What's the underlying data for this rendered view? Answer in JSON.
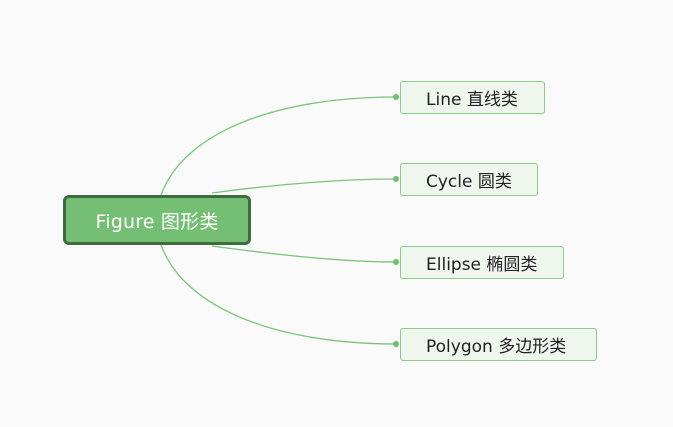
{
  "mindmap": {
    "root": {
      "label": "Figure 图形类"
    },
    "children": [
      {
        "label": "Line 直线类"
      },
      {
        "label": "Cycle 圆类"
      },
      {
        "label": "Ellipse 椭圆类"
      },
      {
        "label": "Polygon 多边形类"
      }
    ],
    "colors": {
      "background": "#fafafa",
      "root_fill": "#74bf74",
      "root_border": "#3f6b3f",
      "root_text": "#ffffff",
      "child_fill": "#eef6ee",
      "child_border": "#8ccb8c",
      "connector": "#7cc47c"
    }
  }
}
